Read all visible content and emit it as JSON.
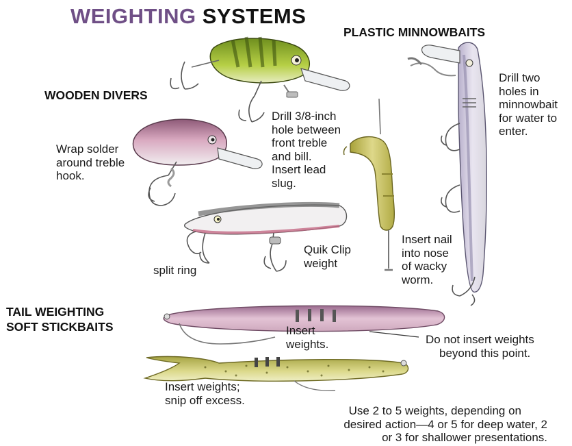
{
  "title": {
    "part1": "WEIGHTING",
    "part2": "SYSTEMS"
  },
  "sections": {
    "plastic_minnowbaits": "PLASTIC MINNOWBAITS",
    "wooden_divers": "WOODEN DIVERS",
    "tail_weighting_1": "TAIL WEIGHTING",
    "tail_weighting_2": "SOFT STICKBAITS"
  },
  "labels": {
    "drill_two_holes": [
      "Drill two",
      "holes in",
      "minnowbait",
      "for water to",
      "enter."
    ],
    "drill_3_8": [
      "Drill 3/8-inch",
      "hole between",
      "front treble",
      "and bill.",
      "Insert lead",
      "slug."
    ],
    "wrap_solder": [
      "Wrap solder",
      "around treble",
      "hook."
    ],
    "quik_clip": [
      "Quik Clip",
      "weight"
    ],
    "split_ring": "split ring",
    "insert_nail": [
      "Insert nail",
      "into nose",
      "of wacky",
      "worm."
    ],
    "insert_weights": [
      "Insert",
      "weights."
    ],
    "do_not_insert": [
      "Do not insert weights",
      "beyond this point."
    ],
    "insert_snip": [
      "Insert weights;",
      "snip off excess."
    ],
    "use_2_to_5": [
      "Use 2 to 5 weights, depending on",
      "desired action—4 or 5 for deep water, 2",
      "or 3 for shallower presentations."
    ]
  },
  "colors": {
    "title_accent": "#6f4f86",
    "crankbait_green": "#a8c43a",
    "pink_lure": "#c98aa6",
    "worm_yellow": "#c9c25a",
    "minnow_lavender": "#c7bfd8"
  }
}
